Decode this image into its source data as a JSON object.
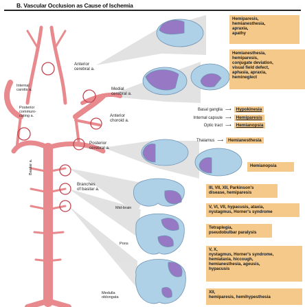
{
  "header": {
    "title": "B. Vascular Occlusion as Cause of Ischemia"
  },
  "vessel_labels": {
    "anterior_cerebral": "Anterior\ncerebral a.",
    "internal_carotid": "Internal\ncarotis a.",
    "medial_cerebral": "Medial\ncerebral a.",
    "posterior_communicating": "Posterior\ncommuni-\ncating a.",
    "anterior_choroid": "Anterior\nchoroid a.",
    "posterior_cerebral": "Posterior\ncerebral a.",
    "branches_basilar": "Branches\nof basilar a.",
    "basilar": "Basilar a."
  },
  "brainstem_labels": {
    "midbrain": "Mid-brain",
    "pons": "Pons",
    "medulla": "Medulla\noblongata"
  },
  "deficit_boxes": {
    "anterior": "Hemiparesis,\nhemianesthesia,\napraxia,\napathy",
    "medial": "Hemianesthesia,\nhemiparesis,\nconjugate deviation,\nvisual field defect,\naphasia, apraxia,\nhemineglect",
    "posterior": "Hemianopsia",
    "midbrain": "III, VII, XII, Parkinson's\ndisease, hemiparesis",
    "pons_upper": "V, VI, VII, hypacusis, ataxia,\nnystagmus, Horner's syndrome",
    "pons_lower": "Tetraplegia,\npseudobulbar paralysis",
    "medulla_upper": "V, X,\nnystagmus, Horner's syndrome,\nhemiataxia, hiccough,\nhemianesthesia, ageusis,\nhypacusis",
    "medulla_lower": "XII,\nhemiparesis, hemihypesthesia"
  },
  "choroid_rows": [
    {
      "structure": "Basal ganglia",
      "deficit": "Hypokinesia"
    },
    {
      "structure": "Internal capsule",
      "deficit": "Hemiparesis"
    },
    {
      "structure": "Optic tract",
      "deficit": "Hemianopsia"
    }
  ],
  "thalamus_row": {
    "structure": "Thalamus",
    "deficit": "Hemianesthesia"
  },
  "colors": {
    "artery": "#e8898d",
    "artery_dark": "#c2444d",
    "brain": "#aed1e8",
    "brain_outline": "#6f93b3",
    "lesion": "#9678c4",
    "box": "#f4c98a",
    "connector": "#dcdcdc"
  }
}
